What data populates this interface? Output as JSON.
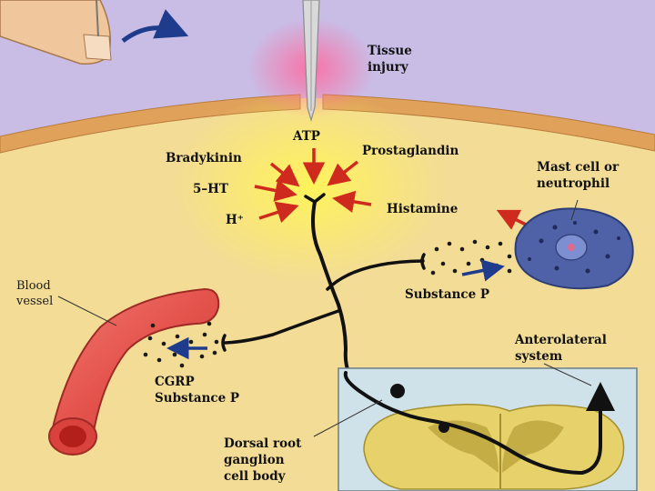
{
  "labels": {
    "tissue_injury_1": "Tissue",
    "tissue_injury_2": "injury",
    "atp": "ATP",
    "bradykinin": "Bradykinin",
    "prostaglandin": "Prostaglandin",
    "ht5": "5–HT",
    "histamine": "Histamine",
    "hplus": "H⁺",
    "mast_1": "Mast cell or",
    "mast_2": "neutrophil",
    "substance_p": "Substance P",
    "blood_1": "Blood",
    "blood_2": "vessel",
    "cgrp_1": "CGRP",
    "cgrp_2": "Substance P",
    "antero_1": "Anterolateral",
    "antero_2": "system",
    "drg_1": "Dorsal root",
    "drg_2": "ganglion",
    "drg_3": "cell body"
  },
  "colors": {
    "sky": "#c9bde6",
    "tissue": "#f3dc95",
    "skin_band": "#e0a25b",
    "vessel": "#e4524c",
    "mast_cell": "#4f62a8",
    "arrow_red": "#cf2a1e",
    "arrow_blue": "#1f3c8c",
    "nerve": "#111111",
    "cord": "#e6d16a"
  },
  "icons": {
    "finger": "finger-icon",
    "needle": "needle-icon",
    "motion_arrow": "curved-arrow-icon"
  }
}
